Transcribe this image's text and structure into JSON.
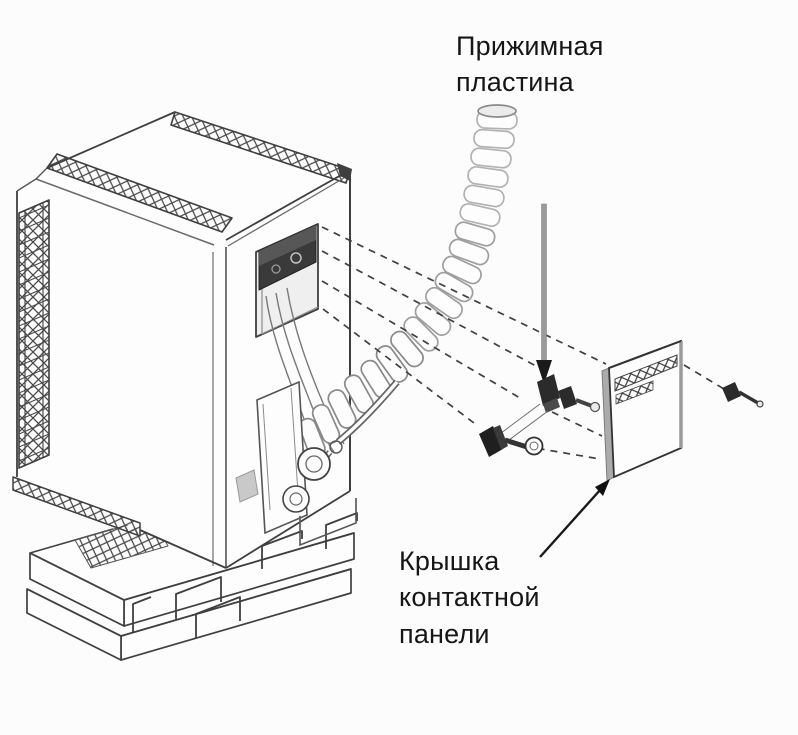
{
  "diagram": {
    "type": "air-conditioner-outdoor-unit-wiring-exploded-view",
    "labels": {
      "pressure_plate": "Прижимная\nпластина",
      "terminal_cover": "Крышка\nконтактной\nпанели"
    },
    "colors": {
      "background": "#fdfcfd",
      "ink": "#3f3f3f",
      "ink-soft": "#8a8a8a",
      "text": "#161616"
    }
  }
}
